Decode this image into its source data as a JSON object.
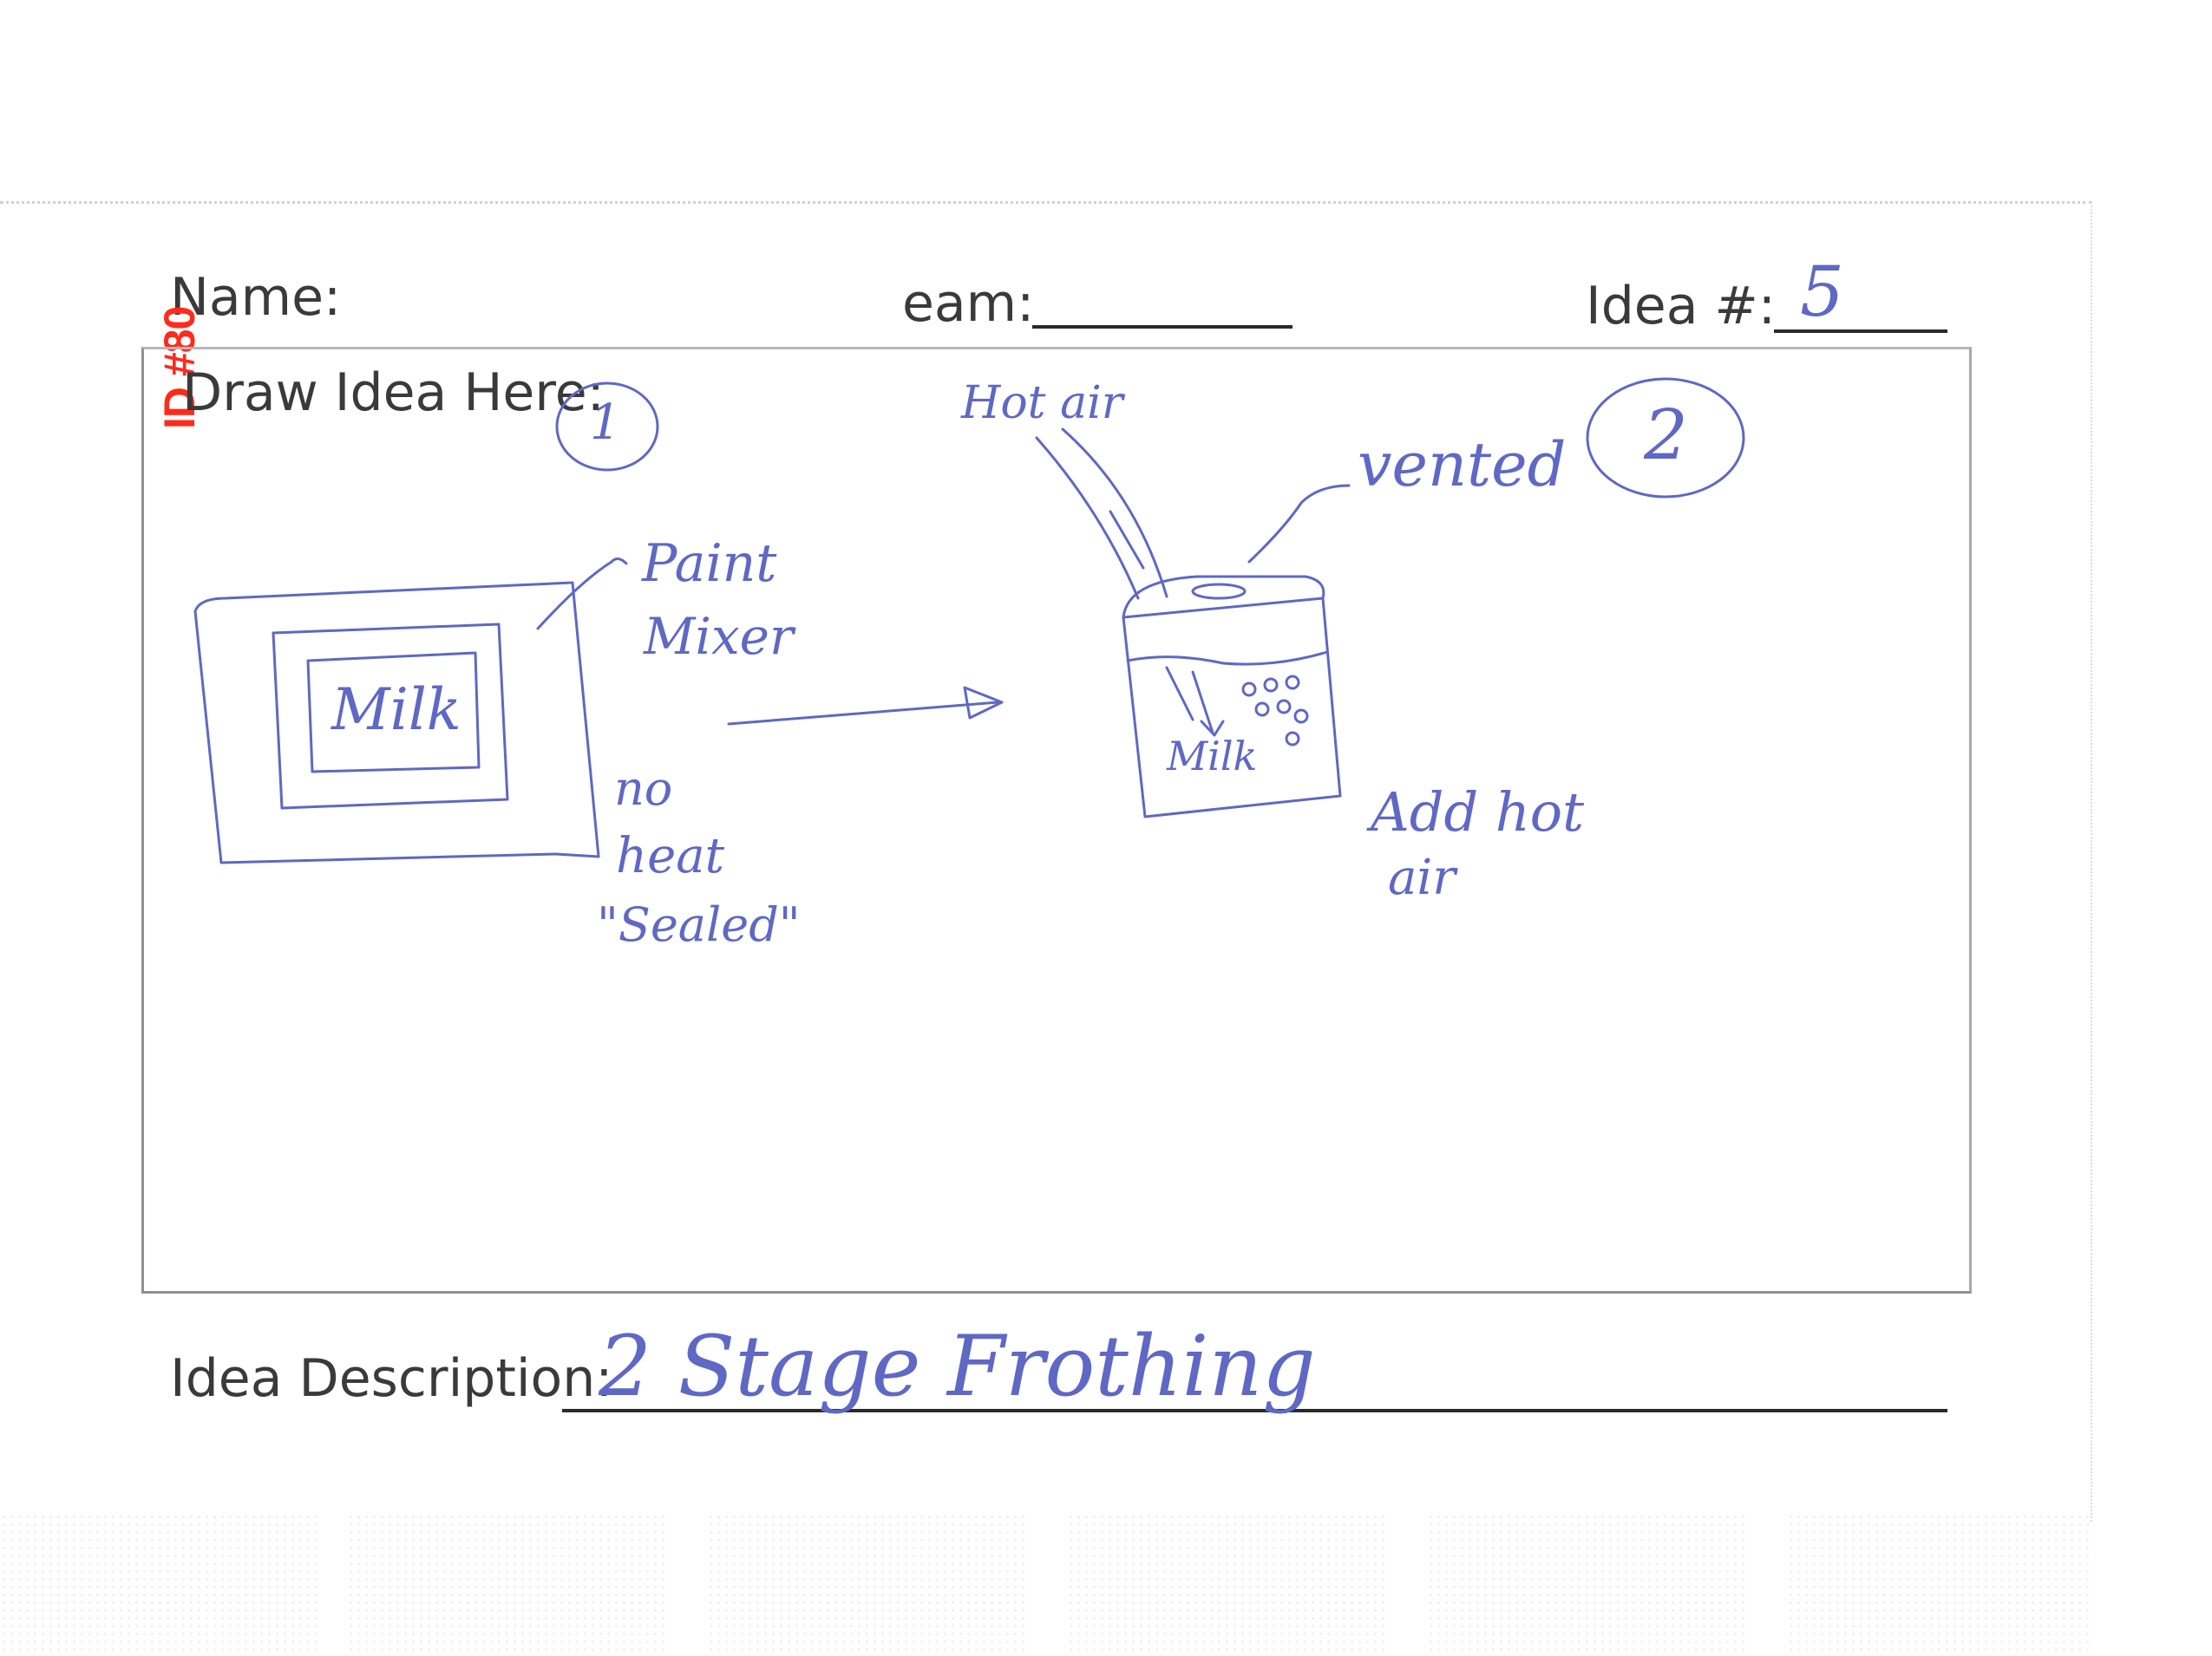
{
  "form": {
    "name_label": "Name:",
    "team_label": "eam:",
    "idea_number_label": "Idea #:",
    "draw_label": "Draw Idea Here:",
    "description_label": "Idea Description:"
  },
  "stamp": {
    "id_text": "ID #80",
    "color": "#ff2a1a"
  },
  "handwriting": {
    "idea_number": "5",
    "description": "2 Stage Frothing",
    "sketch_1": {
      "number": "1",
      "milk": "Milk",
      "paint_mixer": [
        "Paint",
        "Mixer"
      ],
      "no_heat": [
        "no",
        "heat"
      ],
      "sealed": "\"Sealed\""
    },
    "sketch_2": {
      "number": "2",
      "hot_air_top": "Hot air",
      "vented": "vented",
      "milk": "Milk",
      "add_hot_air": [
        "Add hot",
        "air"
      ]
    },
    "ink_color": "#5f68c4"
  }
}
